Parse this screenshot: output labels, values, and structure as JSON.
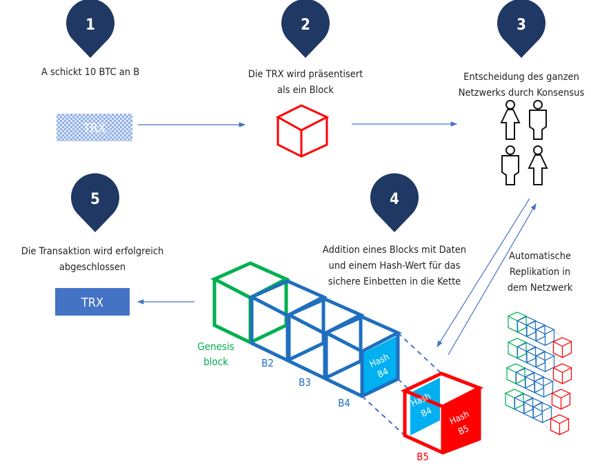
{
  "colors": {
    "marker": "#1f3864",
    "arrow": "#4472c4",
    "genesis": "#00b050",
    "chain": "#1f6fbf",
    "new_block": "#ff0000",
    "hash_fill": "#00b0f0",
    "trx_box": "#4472c4"
  },
  "steps": [
    {
      "number": "1",
      "lines": [
        "A schickt 10 BTC an B"
      ]
    },
    {
      "number": "2",
      "lines": [
        "Die TRX wird präsentisert",
        "als ein Block"
      ]
    },
    {
      "number": "3",
      "lines": [
        "Entscheidung des ganzen",
        "Netzwerks durch Konsensus"
      ]
    },
    {
      "number": "4",
      "lines": [
        "Addition eines Blocks mit Daten",
        "und einem Hash-Wert für das",
        "sichere Einbetten in die Kette"
      ]
    },
    {
      "number": "5",
      "lines": [
        "Die Transaktion wird erfolgreich",
        "abgeschlossen"
      ]
    }
  ],
  "trx_label": "TRX",
  "trx_done_label": "TRX",
  "chain": {
    "genesis": [
      "Genesis",
      "block"
    ],
    "b2": "B2",
    "b3": "B3",
    "b4": "B4",
    "b5": "B5",
    "hash_b4": [
      "Hash",
      "B4"
    ],
    "hash_b5": [
      "Hash",
      "B5"
    ]
  },
  "replication": [
    "Automatische",
    "Replikation in",
    "dem Netzwerk"
  ],
  "icons": [
    "map-marker-icon",
    "person-female-icon",
    "person-male-icon",
    "cube-icon",
    "arrow-icon"
  ]
}
